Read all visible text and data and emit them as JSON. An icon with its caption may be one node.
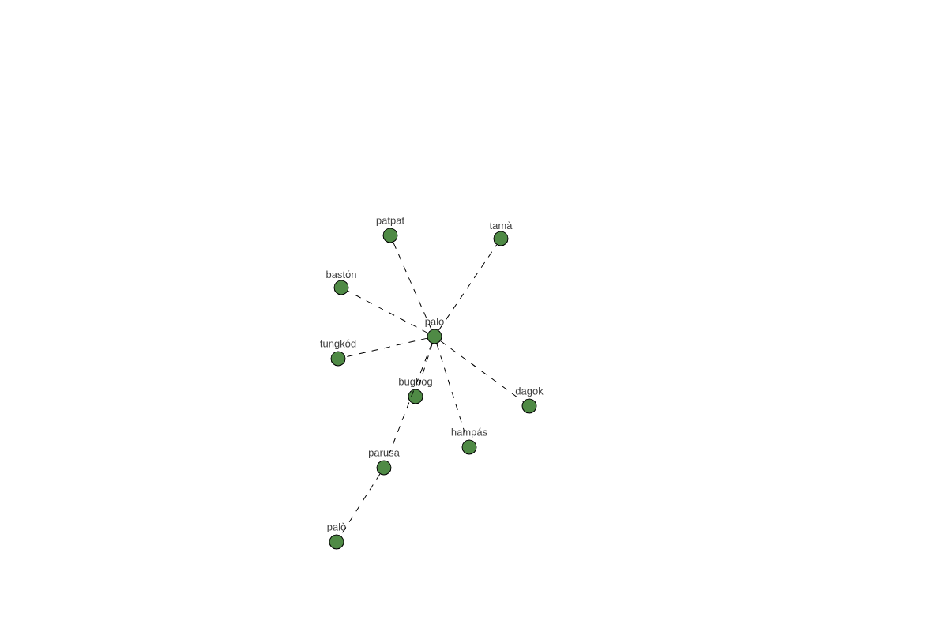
{
  "diagram": {
    "nodes": [
      {
        "text": [
          "palo"
        ]
      },
      {
        "text": [
          "patpat"
        ]
      },
      {
        "text": [
          "tamà"
        ]
      },
      {
        "text": [
          "bastón"
        ]
      },
      {
        "text": [
          "tungkód"
        ]
      },
      {
        "text": [
          "bugbog"
        ]
      },
      {
        "text": [
          "dagok"
        ]
      },
      {
        "text": [
          "hampás"
        ]
      },
      {
        "text": [
          "parusa"
        ]
      },
      {
        "text": [
          "palò"
        ]
      }
    ],
    "edges": [
      {
        "from": 0,
        "to": 1,
        "arrow": "none",
        "style": "dashed"
      },
      {
        "from": 0,
        "to": 2,
        "arrow": "none",
        "style": "dashed"
      },
      {
        "from": 0,
        "to": 3,
        "arrow": "none",
        "style": "dashed"
      },
      {
        "from": 0,
        "to": 4,
        "arrow": "none",
        "style": "dashed"
      },
      {
        "from": 0,
        "to": 5,
        "arrow": "none",
        "style": "dashed"
      },
      {
        "from": 0,
        "to": 6,
        "arrow": "none",
        "style": "dashed"
      },
      {
        "from": 0,
        "to": 7,
        "arrow": "none",
        "style": "dashed"
      },
      {
        "from": 0,
        "to": 8,
        "arrow": "none",
        "style": "dashed"
      },
      {
        "from": 8,
        "to": 9,
        "arrow": "none",
        "style": "dashed"
      }
    ]
  }
}
